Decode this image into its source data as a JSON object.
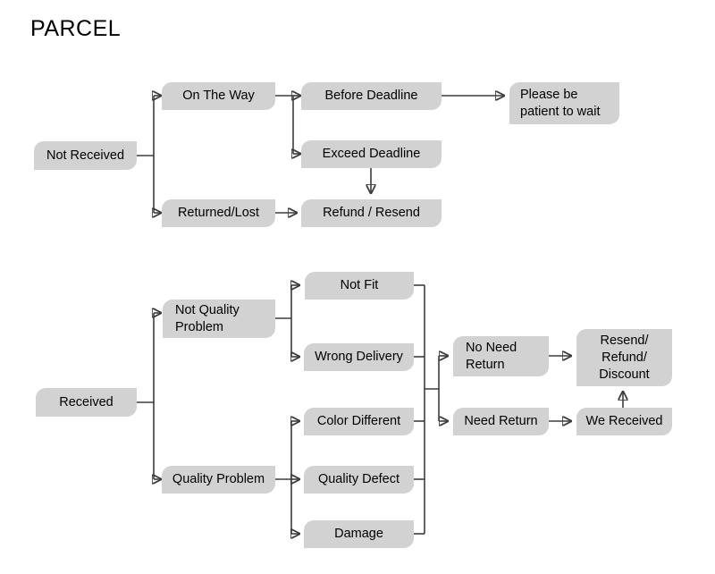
{
  "title": "PARCEL",
  "colors": {
    "node_fill": "#d2d2d2",
    "edge": "#3d3d3d",
    "text": "#000000",
    "background": "#ffffff"
  },
  "diagram": {
    "type": "flowchart",
    "branches": [
      {
        "root": "not-received",
        "nodes": [
          "Not Received",
          "On The Way",
          "Returned/Lost",
          "Before Deadline",
          "Exceed Deadline",
          "Refund / Resend",
          "Please be\npatient to wait"
        ]
      },
      {
        "root": "received",
        "nodes": [
          "Received",
          "Not Quality\nProblem",
          "Quality Problem",
          "Not Fit",
          "Wrong Delivery",
          "Color Different",
          "Quality Defect",
          "Damage",
          "No Need\nReturn",
          "Need Return",
          "Resend/\nRefund/\nDiscount",
          "We Received"
        ]
      }
    ]
  },
  "nodes": {
    "not_received": "Not Received",
    "on_the_way": "On The Way",
    "returned_lost": "Returned/Lost",
    "before_deadline": "Before Deadline",
    "exceed_deadline": "Exceed Deadline",
    "refund_resend": "Refund / Resend",
    "please_be_patient": "Please be\npatient to wait",
    "received": "Received",
    "not_quality_problem": "Not Quality\nProblem",
    "quality_problem": "Quality Problem",
    "not_fit": "Not Fit",
    "wrong_delivery": "Wrong Delivery",
    "color_different": "Color Different",
    "quality_defect": "Quality Defect",
    "damage": "Damage",
    "no_need_return": "No Need\nReturn",
    "need_return": "Need Return",
    "resend_refund_discount": "Resend/\nRefund/\nDiscount",
    "we_received": "We Received"
  }
}
